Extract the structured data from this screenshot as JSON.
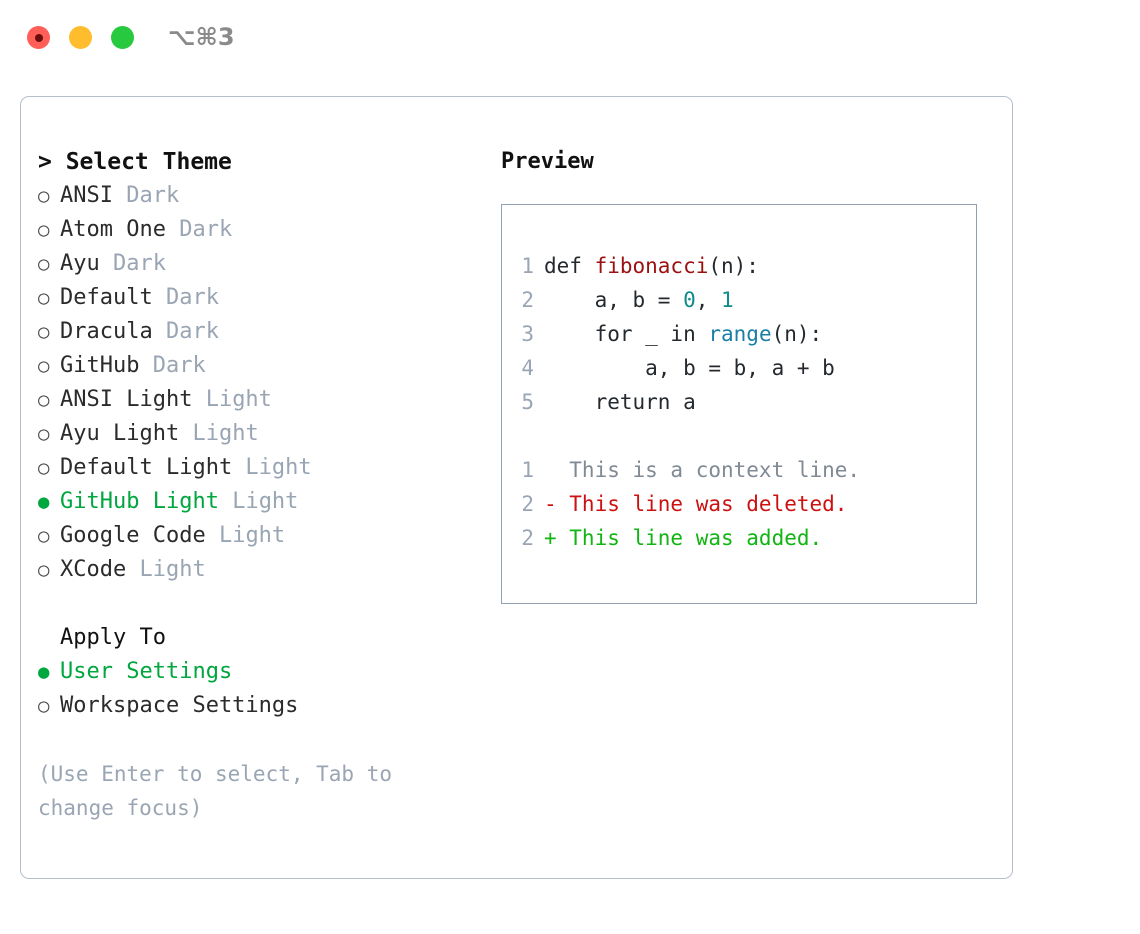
{
  "titlebar": {
    "shortcut": "⌥⌘3",
    "buttons": [
      {
        "name": "close",
        "color": "#ff5f56"
      },
      {
        "name": "minimize",
        "color": "#ffbd2e"
      },
      {
        "name": "maximize",
        "color": "#27c93f"
      }
    ]
  },
  "left": {
    "header": "> Select Theme",
    "themes": [
      {
        "marker": "○",
        "name": "ANSI",
        "variant": " Dark",
        "selected": false
      },
      {
        "marker": "○",
        "name": "Atom One",
        "variant": " Dark",
        "selected": false
      },
      {
        "marker": "○",
        "name": "Ayu",
        "variant": " Dark",
        "selected": false
      },
      {
        "marker": "○",
        "name": "Default",
        "variant": " Dark",
        "selected": false
      },
      {
        "marker": "○",
        "name": "Dracula",
        "variant": " Dark",
        "selected": false
      },
      {
        "marker": "○",
        "name": "GitHub",
        "variant": " Dark",
        "selected": false
      },
      {
        "marker": "○",
        "name": "ANSI Light",
        "variant": " Light",
        "selected": false
      },
      {
        "marker": "○",
        "name": "Ayu Light",
        "variant": " Light",
        "selected": false
      },
      {
        "marker": "○",
        "name": "Default Light",
        "variant": " Light",
        "selected": false
      },
      {
        "marker": "●",
        "name": "GitHub Light",
        "variant": " Light",
        "selected": true
      },
      {
        "marker": "○",
        "name": "Google Code",
        "variant": " Light",
        "selected": false
      },
      {
        "marker": "○",
        "name": "XCode",
        "variant": " Light",
        "selected": false
      }
    ],
    "apply_to": {
      "header": "Apply To",
      "options": [
        {
          "marker": "●",
          "name": "User Settings",
          "selected": true
        },
        {
          "marker": "○",
          "name": "Workspace Settings",
          "selected": false
        }
      ]
    },
    "hint": "(Use Enter to select, Tab to change focus)"
  },
  "right": {
    "title": "Preview",
    "code_lines": [
      {
        "num": "1",
        "tokens": [
          {
            "t": "def ",
            "c": "kw"
          },
          {
            "t": "fibonacci",
            "c": "fn"
          },
          {
            "t": "(n):",
            "c": "plain"
          }
        ]
      },
      {
        "num": "2",
        "tokens": [
          {
            "t": "    a, b = ",
            "c": "plain"
          },
          {
            "t": "0",
            "c": "num"
          },
          {
            "t": ", ",
            "c": "plain"
          },
          {
            "t": "1",
            "c": "num"
          }
        ]
      },
      {
        "num": "3",
        "tokens": [
          {
            "t": "    for _ in ",
            "c": "plain"
          },
          {
            "t": "range",
            "c": "call"
          },
          {
            "t": "(n):",
            "c": "plain"
          }
        ]
      },
      {
        "num": "4",
        "tokens": [
          {
            "t": "        a, b = b, a + b",
            "c": "plain"
          }
        ]
      },
      {
        "num": "5",
        "tokens": [
          {
            "t": "    return a",
            "c": "plain"
          }
        ]
      }
    ],
    "diff_lines": [
      {
        "num": "1",
        "text": "  This is a context line.",
        "kind": "ctx"
      },
      {
        "num": "2",
        "text": "- This line was deleted.",
        "kind": "del"
      },
      {
        "num": "2",
        "text": "+ This line was added.",
        "kind": "add"
      }
    ]
  },
  "colors": {
    "accent_green": "#00a63e",
    "muted": "#9aa5b4",
    "panel_border": "#b5bfcc",
    "preview_border": "#91a0b2",
    "syntax_function": "#9b1010",
    "syntax_number": "#0d8a8a",
    "syntax_call": "#1b7ea6",
    "diff_delete": "#cc1111",
    "diff_add": "#11b511",
    "diff_context": "#808a94"
  }
}
